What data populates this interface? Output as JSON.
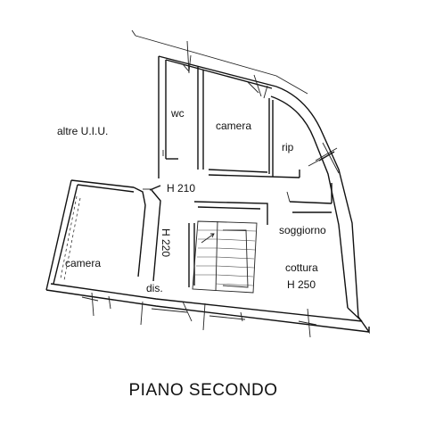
{
  "title": "PIANO SECONDO",
  "rooms": {
    "altre_uiu": "altre U.I.U.",
    "wc": "wc",
    "camera_top": "camera",
    "rip": "rip",
    "camera_left": "camera",
    "dis": "dis.",
    "soggiorno": "soggiorno",
    "cottura": "cottura"
  },
  "heights": {
    "h210": "H 210",
    "h220": "H 220",
    "h250": "H 250"
  }
}
